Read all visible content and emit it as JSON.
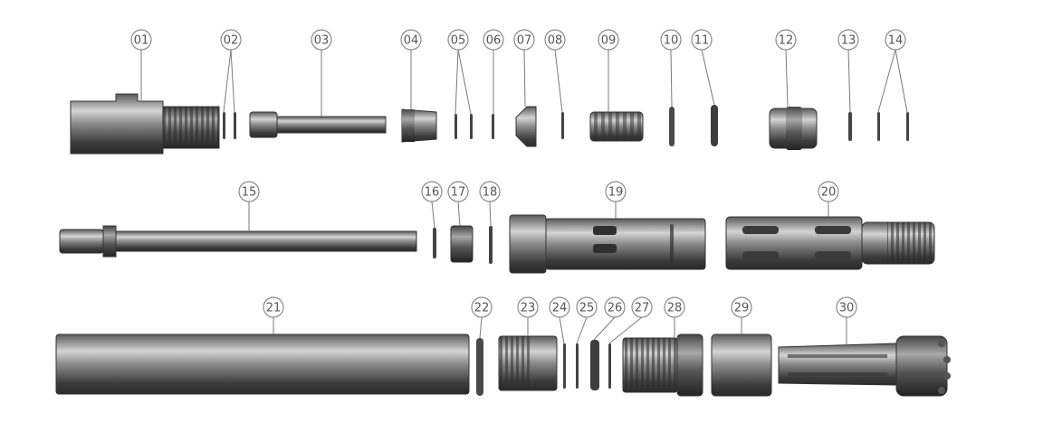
{
  "diagram": {
    "rows": [
      {
        "callouts": [
          {
            "id": "01",
            "label": "01"
          },
          {
            "id": "02",
            "label": "02"
          },
          {
            "id": "03",
            "label": "03"
          },
          {
            "id": "04",
            "label": "04"
          },
          {
            "id": "05",
            "label": "05"
          },
          {
            "id": "06",
            "label": "06"
          },
          {
            "id": "07",
            "label": "07"
          },
          {
            "id": "08",
            "label": "08"
          },
          {
            "id": "09",
            "label": "09"
          },
          {
            "id": "10",
            "label": "10"
          },
          {
            "id": "11",
            "label": "11"
          },
          {
            "id": "12",
            "label": "12"
          },
          {
            "id": "13",
            "label": "13"
          },
          {
            "id": "14",
            "label": "14"
          }
        ]
      },
      {
        "callouts": [
          {
            "id": "15",
            "label": "15"
          },
          {
            "id": "16",
            "label": "16"
          },
          {
            "id": "17",
            "label": "17"
          },
          {
            "id": "18",
            "label": "18"
          },
          {
            "id": "19",
            "label": "19"
          },
          {
            "id": "20",
            "label": "20"
          }
        ]
      },
      {
        "callouts": [
          {
            "id": "21",
            "label": "21"
          },
          {
            "id": "22",
            "label": "22"
          },
          {
            "id": "23",
            "label": "23"
          },
          {
            "id": "24",
            "label": "24"
          },
          {
            "id": "25",
            "label": "25"
          },
          {
            "id": "26",
            "label": "26"
          },
          {
            "id": "27",
            "label": "27"
          },
          {
            "id": "28",
            "label": "28"
          },
          {
            "id": "29",
            "label": "29"
          },
          {
            "id": "30",
            "label": "30"
          }
        ]
      }
    ],
    "colors": {
      "part_dark": "#3f3f3f",
      "part_mid": "#6e6e6e",
      "part_light": "#c9c9c9",
      "callout_stroke": "#8a8a8a",
      "callout_text": "#555555"
    }
  }
}
